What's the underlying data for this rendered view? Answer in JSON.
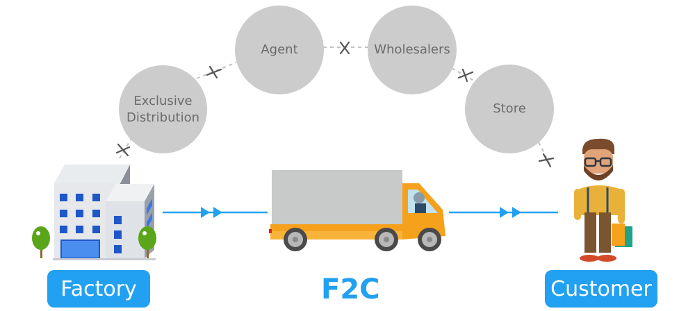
{
  "colors": {
    "accent": "#22a0f2",
    "node_fill": "#cccccc",
    "node_text": "#6b6b6b",
    "cut_mark": "#555555",
    "dash": "#c0c0c0",
    "truck_body": "#f5a11c",
    "truck_box": "#c8c9c9"
  },
  "intermediaries": [
    {
      "label": "Exclusive Distribution",
      "line1": "Exclusive",
      "line2": "Distribution"
    },
    {
      "label": "Agent",
      "line1": "Agent",
      "line2": ""
    },
    {
      "label": "Wholesalers",
      "line1": "Wholesalers",
      "line2": ""
    },
    {
      "label": "Store",
      "line1": "Store",
      "line2": ""
    }
  ],
  "cut_mark_glyph": "✕",
  "endpoints": {
    "factory": {
      "label": "Factory"
    },
    "customer": {
      "label": "Customer"
    }
  },
  "model": {
    "label": "F2C"
  }
}
